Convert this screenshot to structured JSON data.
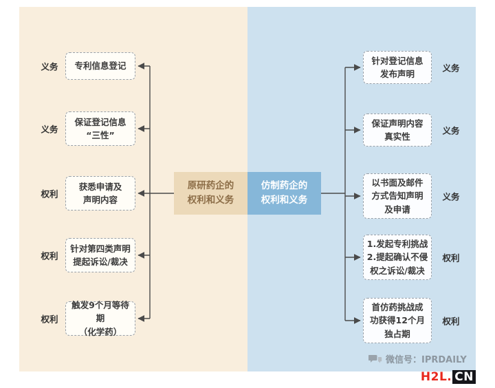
{
  "center": {
    "left": {
      "text": "原研药企的\n权利和义务"
    },
    "right": {
      "text": "仿制药企的\n权利和义务"
    }
  },
  "left_items": [
    {
      "label": "义务",
      "text": "专利信息登记"
    },
    {
      "label": "义务",
      "text": "保证登记信息\n“三性”"
    },
    {
      "label": "权利",
      "text": "获悉申请及\n声明内容"
    },
    {
      "label": "权利",
      "text": "针对第四类声明\n提起诉讼/裁决"
    },
    {
      "label": "权利",
      "text": "触发9个月等待期\n（化学药）"
    }
  ],
  "right_items": [
    {
      "label": "义务",
      "text": "针对登记信息\n发布声明"
    },
    {
      "label": "义务",
      "text": "保证声明内容\n真实性"
    },
    {
      "label": "义务",
      "text": "以书面及邮件\n方式告知声明\n及申请"
    },
    {
      "label": "权利",
      "text": "1.发起专利挑战\n2.提起确认不侵\n权之诉讼/裁决"
    },
    {
      "label": "权利",
      "text": "首仿药挑战成\n功获得12个月\n独占期"
    }
  ],
  "footer": {
    "watermark": "微信号：IPRDAILY",
    "logo_red": "H2L.",
    "logo_cn": "CN"
  },
  "colors": {
    "left_bg": "#f9eedd",
    "right_bg": "#cde1ef",
    "center_left_bg": "#ecd9b9",
    "center_left_text": "#8c6d47",
    "center_right_bg": "#86b7d9",
    "line": "#4a4a4a",
    "node_border": "#98a0a8",
    "label": "#333333",
    "watermark": "#8d97a0",
    "logo_red": "#e8281e"
  }
}
